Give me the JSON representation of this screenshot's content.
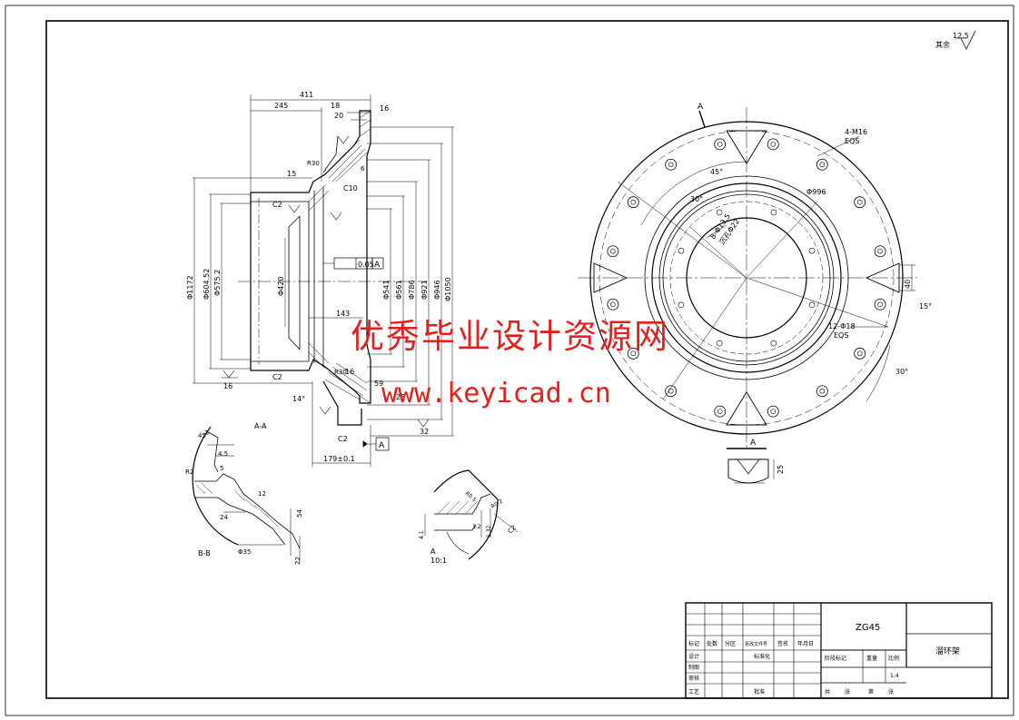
{
  "watermark": {
    "cn": "优秀毕业设计资源网",
    "url": "www.keyicad.cn"
  },
  "roughness": {
    "value": "12.5",
    "label": "其余"
  },
  "section_view": {
    "dims_top": [
      "411",
      "245",
      "18",
      "20",
      "16",
      "15",
      "C10",
      "C2",
      "R30",
      "6"
    ],
    "dims_side": [
      "Φ1172",
      "Φ604.52",
      "Φ575.2",
      "Φ420",
      "Φ541",
      "Φ561",
      "Φ786",
      "Φ921",
      "Φ946",
      "Φ1050"
    ],
    "dims_mid": [
      "143",
      "59",
      "16",
      "R30",
      "C2",
      "C2",
      "16",
      "14°",
      "179±0.1",
      "25",
      "32"
    ],
    "tolerance": {
      "value": "0.05",
      "datum": "A"
    },
    "datum": "A"
  },
  "plan_view": {
    "holes_top": "4-M16",
    "holes_top_sub": "EQS",
    "holes_bottom": "12-Φ18",
    "holes_bottom_sub": "EQS",
    "inner_holes": "8-Φ13.5",
    "inner_holes_sub": "沉孔Φ22",
    "diameter": "Φ996",
    "angles": [
      "45°",
      "30°",
      "15°",
      "30°"
    ],
    "dims": [
      "40",
      "25"
    ],
    "section_marks": [
      "A",
      "A"
    ]
  },
  "detail_views": {
    "aa_label": "A-A",
    "bb_label": "B-B",
    "a_label": "A",
    "a_scale": "10:1",
    "bb_dims": [
      "45°",
      "4.5",
      "12",
      "5",
      "24",
      "54",
      "Φ35",
      "22",
      "R2"
    ],
    "a_dims": [
      "R0.5",
      "R0.2",
      "3.2",
      "1.32",
      "4.1",
      "C2"
    ]
  },
  "title_block": {
    "material": "ZG45",
    "part_name": "溜环架",
    "row_labels": [
      "标记",
      "设计",
      "制图",
      "审核",
      "工艺"
    ],
    "col_labels": [
      "处数",
      "分区",
      "更改文件号",
      "签名",
      "年月日"
    ],
    "std_label": "标准化",
    "approve_label": "批准",
    "stage_label": "阶段标记",
    "weight_label": "重量",
    "scale_label": "比例",
    "scale_value": "1:4",
    "sheet_total": "共",
    "sheet_label": "张",
    "sheet_no": "第"
  }
}
